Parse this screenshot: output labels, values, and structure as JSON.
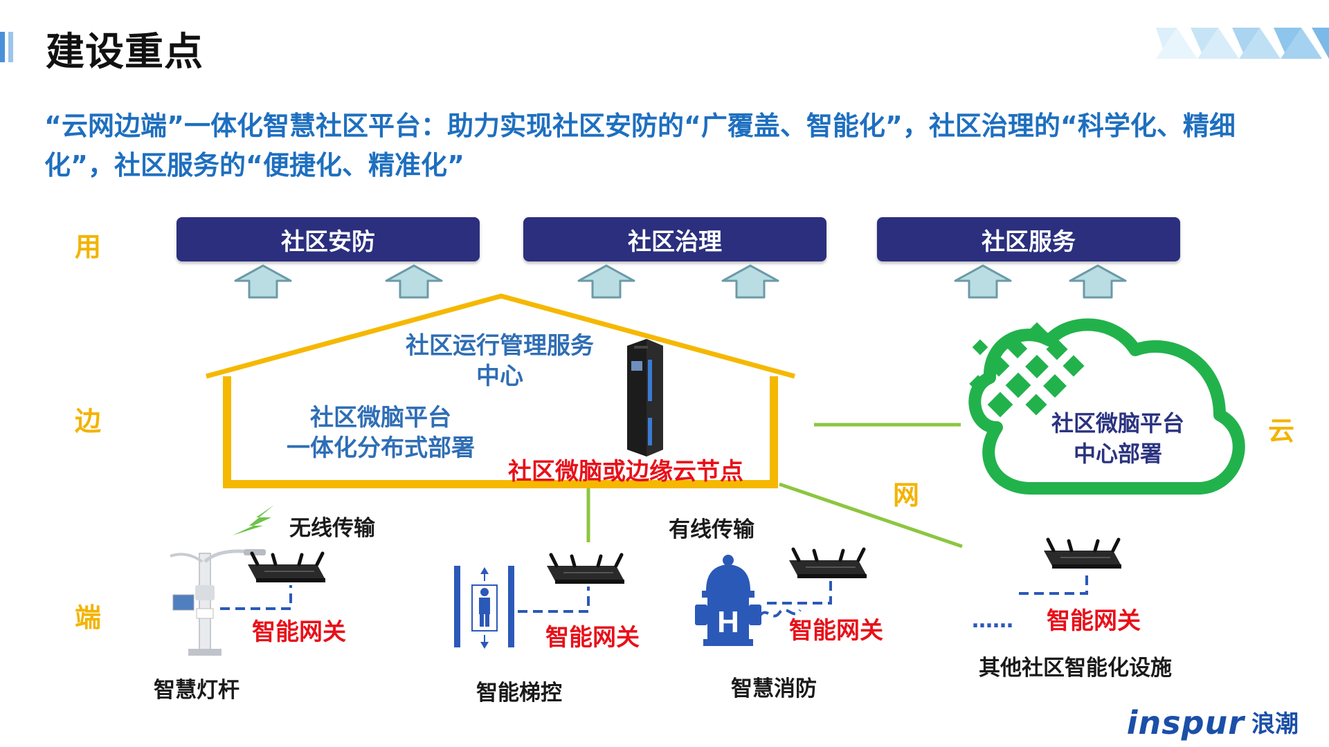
{
  "header": {
    "title": "建设重点",
    "subtitle": "“云网边端”一体化智慧社区平台：助力实现社区安防的“广覆盖、智能化”，社区治理的“科学化、精细化”，社区服务的“便捷化、精准化”"
  },
  "layers": {
    "use": "用",
    "edge": "边",
    "terminal": "端",
    "cloud": "云",
    "network": "网"
  },
  "application_tiers": [
    "社区安防",
    "社区治理",
    "社区服务"
  ],
  "edge_center": {
    "title_line1": "社区运行管理服务",
    "title_line2": "中心",
    "platform_line1": "社区微脑平台",
    "platform_line2": "一体化分布式部署",
    "node_label": "社区微脑或边缘云节点"
  },
  "cloud": {
    "line1": "社区微脑平台",
    "line2": "中心部署"
  },
  "transmission": {
    "wireless": "无线传输",
    "wired": "有线传输"
  },
  "devices": [
    {
      "name": "智慧灯杆",
      "gateway": "智能网关"
    },
    {
      "name": "智能梯控",
      "gateway": "智能网关"
    },
    {
      "name": "智慧消防",
      "gateway": "智能网关"
    },
    {
      "name": "其他社区智能化设施",
      "gateway": "智能网关",
      "ellipsis": "……"
    }
  ],
  "logo": {
    "latin": "inspur",
    "chinese": "浪潮"
  },
  "colors": {
    "navy": "#2b2f7e",
    "accent_blue": "#1e6fbf",
    "layer_yellow": "#f2b400",
    "roof_yellow": "#f5b800",
    "cloud_green": "#22b24c",
    "line_green": "#8cc63f",
    "gateway_red": "#e8101a",
    "arrow_fill": "#b9dde2"
  }
}
